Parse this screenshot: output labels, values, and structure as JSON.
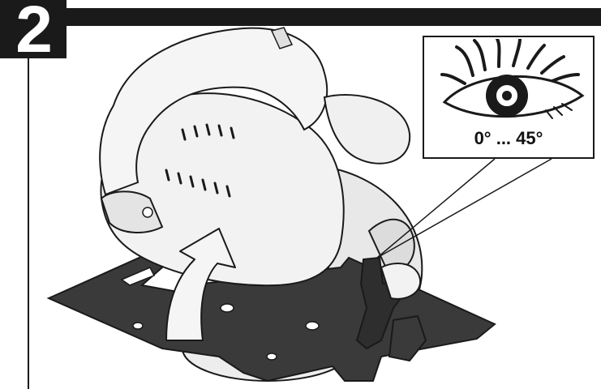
{
  "step": {
    "number": "2"
  },
  "callout": {
    "angle_range": "0° ... 45°",
    "icon": "eye-icon"
  },
  "illustration": {
    "subject": "circular-saw",
    "arrow_direction": "up",
    "colors": {
      "body": "#f2f2f2",
      "outline": "#1a1a1a",
      "base_plate": "#3a3a3a",
      "arrow_fill": "#f5f5f5"
    }
  }
}
